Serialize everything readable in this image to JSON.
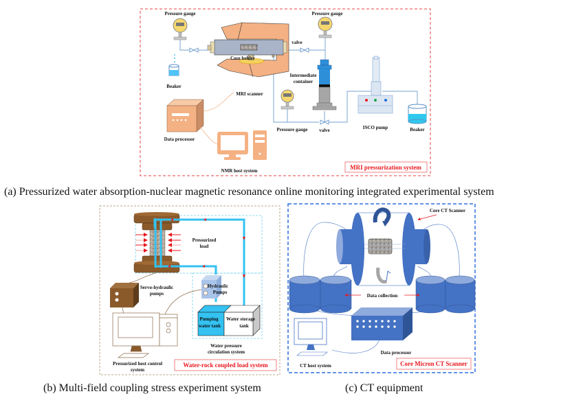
{
  "panel_a": {
    "caption": "(a) Pressurized water absorption-nuclear magnetic resonance online monitoring integrated experimental system",
    "system_label": "MRI pressurization system",
    "labels": {
      "pressure_gauge_left": "Pressure gauge",
      "pressure_gauge_right": "Pressure gauge",
      "pressure_gauge_bottom": "Pressure gauge",
      "valve_top": "valve",
      "valve_bottom": "valve",
      "core_holder": "Core holder",
      "beaker_left": "Beaker",
      "beaker_right": "Beaker",
      "mri_scanner": "MRI scanner",
      "intermediate_container_1": "Intermediate",
      "intermediate_container_2": "container",
      "data_processor": "Data processor",
      "nmr_host": "NMR host system",
      "isco_pump": "ISCO pump"
    },
    "colors": {
      "border": "#e8403f",
      "mri": "#f4b183",
      "pipe": "#8fb4d9",
      "container": "#2e8fd9",
      "gauge": "#f5d76e"
    }
  },
  "panel_b": {
    "caption": "(b) Multi-field coupling stress experiment system",
    "system_label": "Water-rock coupled load system",
    "labels": {
      "pressurized_load_1": "Pressurized",
      "pressurized_load_2": "load",
      "servo_1": "Servo-hydraulic",
      "servo_2": "pumps",
      "hydraulic_1": "Hydraulic",
      "hydraulic_2": "Pumps",
      "pumping_tank_1": "Pumping",
      "pumping_tank_2": "water tank",
      "storage_tank_1": "Water storage",
      "storage_tank_2": "tank",
      "circulation_1": "Water pressure",
      "circulation_2": "circulation system",
      "host_control_1": "Pressurized host control",
      "host_control_2": "system"
    },
    "colors": {
      "border": "#b8a98a",
      "pipe": "#33c2f2",
      "platen": "#8b5a2b",
      "arrow": "#e8181e"
    }
  },
  "panel_c": {
    "caption": "(c) CT equipment",
    "system_label": "Core Micron CT Scanner",
    "labels": {
      "core_ct_scanner": "Core CT Scanner",
      "data_collection": "Data collection",
      "data_processor": "Data processor",
      "ct_host": "CT host system"
    },
    "colors": {
      "border": "#2f6fe0",
      "device": "#4472c4"
    }
  }
}
